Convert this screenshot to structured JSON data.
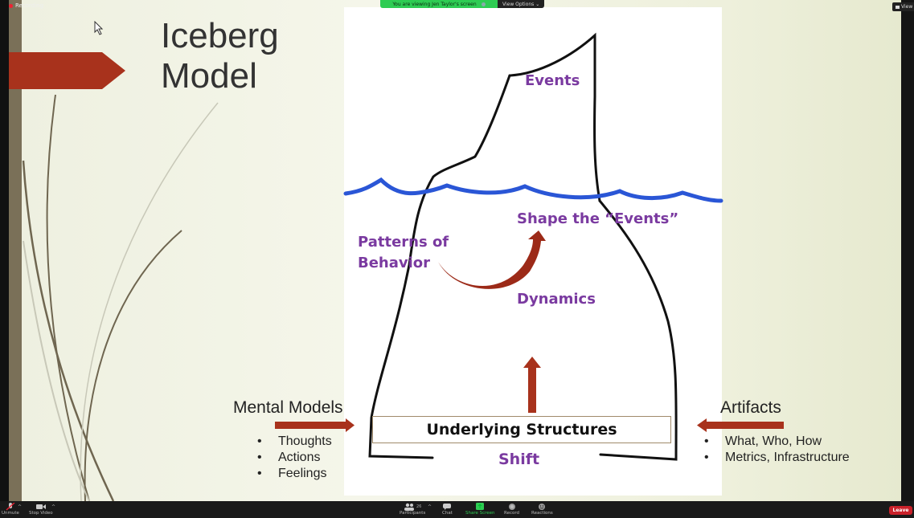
{
  "zoom_meeting": {
    "recording_label": "Recording",
    "share_banner": {
      "viewing_text": "You are viewing Jen Taylor's screen",
      "view_options_label": "View Options ⌄"
    },
    "view_button_label": "View",
    "toolbar": {
      "unmute_label": "Unmute",
      "stop_video_label": "Stop Video",
      "participants_label": "Participants",
      "participants_count": "26",
      "chat_label": "Chat",
      "share_screen_label": "Share Screen",
      "record_label": "Record",
      "reactions_label": "Reactions",
      "leave_label": "Leave"
    }
  },
  "slide": {
    "title_line1": "Iceberg",
    "title_line2": "Model",
    "diagram": {
      "events": "Events",
      "shape_the_events": "Shape the “Events”",
      "patterns_line1": "Patterns of",
      "patterns_line2": "Behavior",
      "dynamics": "Dynamics",
      "underlying_structures": "Underlying Structures",
      "shift": "Shift"
    },
    "mental_models": {
      "title": "Mental Models",
      "items": [
        "Thoughts",
        "Actions",
        "Feelings"
      ]
    },
    "artifacts": {
      "title": "Artifacts",
      "items": [
        "What, Who, How",
        "Metrics, Infrastructure"
      ]
    }
  },
  "colors": {
    "accent_red": "#a8321c",
    "purple_text": "#7a3aa0",
    "water_blue": "#2a56d6",
    "zoom_green": "#2ecc53",
    "leave_red": "#c9212a"
  }
}
